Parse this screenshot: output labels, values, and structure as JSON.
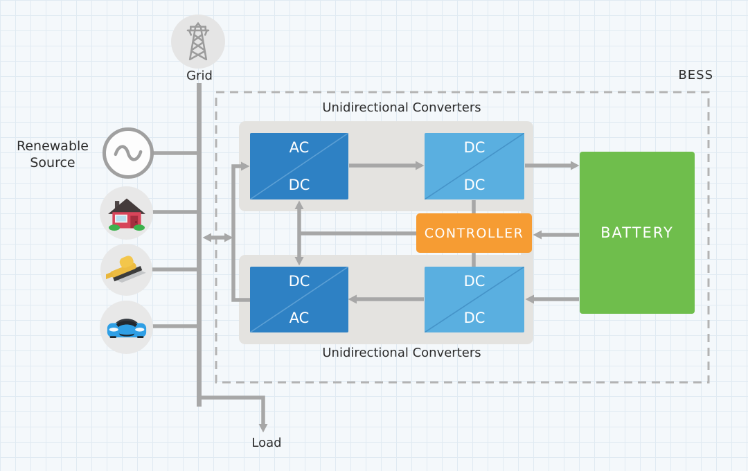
{
  "diagram": {
    "system_label": "BESS",
    "grid_label": "Grid",
    "load_label": "Load",
    "renewable_label_line1": "Renewable",
    "renewable_label_line2": "Source",
    "top_converters_label": "Unidirectional Converters",
    "bottom_converters_label": "Unidirectional Converters"
  },
  "blocks": {
    "ac_dc_top": {
      "top": "AC",
      "bottom": "DC"
    },
    "dc_dc_top": {
      "top": "DC",
      "bottom": "DC"
    },
    "dc_ac_bottom": {
      "top": "DC",
      "bottom": "AC"
    },
    "dc_dc_bottom": {
      "top": "DC",
      "bottom": "DC"
    },
    "controller_label": "CONTROLLER",
    "battery_label": "BATTERY"
  },
  "icons": {
    "grid": "transmission-tower-icon",
    "renewable": "ac-source-icon",
    "home": "house-icon",
    "industry": "power-tool-icon",
    "vehicle": "car-icon"
  },
  "connections": [
    {
      "from": "grid-bus",
      "to": "bess",
      "type": "bidirectional"
    },
    {
      "from": "ac-dc-converter",
      "to": "dc-dc-converter-top",
      "type": "unidirectional"
    },
    {
      "from": "dc-dc-converter-top",
      "to": "battery",
      "type": "unidirectional"
    },
    {
      "from": "battery",
      "to": "controller",
      "type": "unidirectional"
    },
    {
      "from": "battery",
      "to": "dc-dc-converter-bottom",
      "type": "unidirectional"
    },
    {
      "from": "dc-dc-converter-bottom",
      "to": "dc-ac-converter",
      "type": "unidirectional"
    },
    {
      "from": "ac-dc-converter",
      "to": "dc-ac-converter",
      "type": "bidirectional"
    },
    {
      "from": "controller",
      "to": "dc-dc-converter-top",
      "type": "control"
    },
    {
      "from": "controller",
      "to": "dc-dc-converter-bottom",
      "type": "control"
    },
    {
      "from": "grid-bus",
      "to": "load",
      "type": "unidirectional"
    }
  ],
  "colors": {
    "dark_blue": "#2E81C4",
    "light_blue": "#5AAFE0",
    "orange": "#F69C33",
    "green": "#6FBE4C",
    "line_gray": "#A7A7A7",
    "container_gray": "#E4E3E0",
    "dashed_border": "#B3B3B3",
    "icon_circle_gray": "#E8E8E8",
    "background": "#F4F8FB",
    "grid_line": "#E0EAF2",
    "text": "#2C2C2C"
  }
}
